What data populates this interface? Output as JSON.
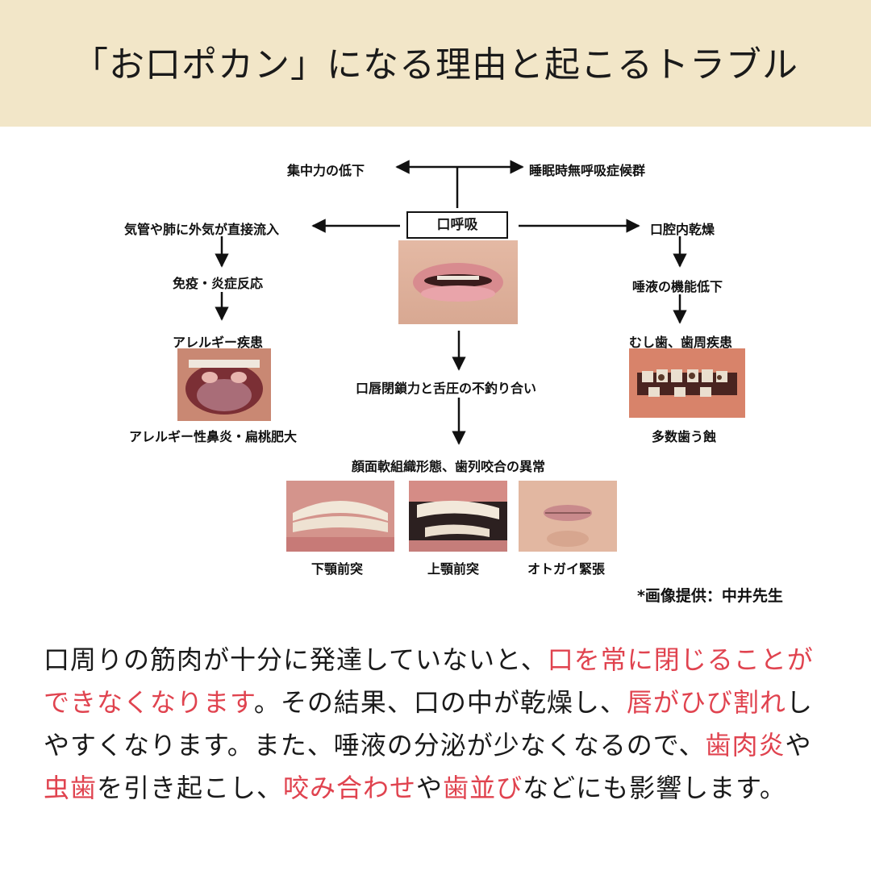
{
  "title": "「お口ポカン」になる理由と起こるトラブル",
  "diagram": {
    "center": "口呼吸",
    "top_left": "集中力の低下",
    "top_right": "睡眠時無呼吸症候群",
    "left_1": "気管や肺に外気が直接流入",
    "left_2": "免疫・炎症反応",
    "left_3": "アレルギー疾患",
    "left_caption": "アレルギー性鼻炎・扁桃肥大",
    "right_1": "口腔内乾燥",
    "right_2": "唾液の機能低下",
    "right_3": "むし歯、歯周疾患",
    "right_caption": "多数歯う蝕",
    "middle_1": "口唇閉鎖力と舌圧の不釣り合い",
    "middle_2": "顔面軟組織形態、歯列咬合の異常",
    "bottom_captions": [
      "下顎前突",
      "上顎前突",
      "オトガイ緊張"
    ]
  },
  "credit": "*画像提供：中井先生",
  "body": {
    "s1": "口周りの筋肉が十分に発達していないと、",
    "h1": "口を常に閉じることができなくなります",
    "s2": "。その結果、口の中が乾燥し、",
    "h2": "唇がひび割れ",
    "s3": "しやすくなります。また、唾液の分泌が少なくなるので、",
    "h3": "歯肉炎",
    "s4": "や",
    "h4": "虫歯",
    "s5": "を引き起こし、",
    "h5": "咬み合わせ",
    "s6": "や",
    "h6": "歯並び",
    "s7": "などにも影響します。"
  },
  "colors": {
    "header_bg": "#f2e6c8",
    "highlight": "#e0434f"
  }
}
